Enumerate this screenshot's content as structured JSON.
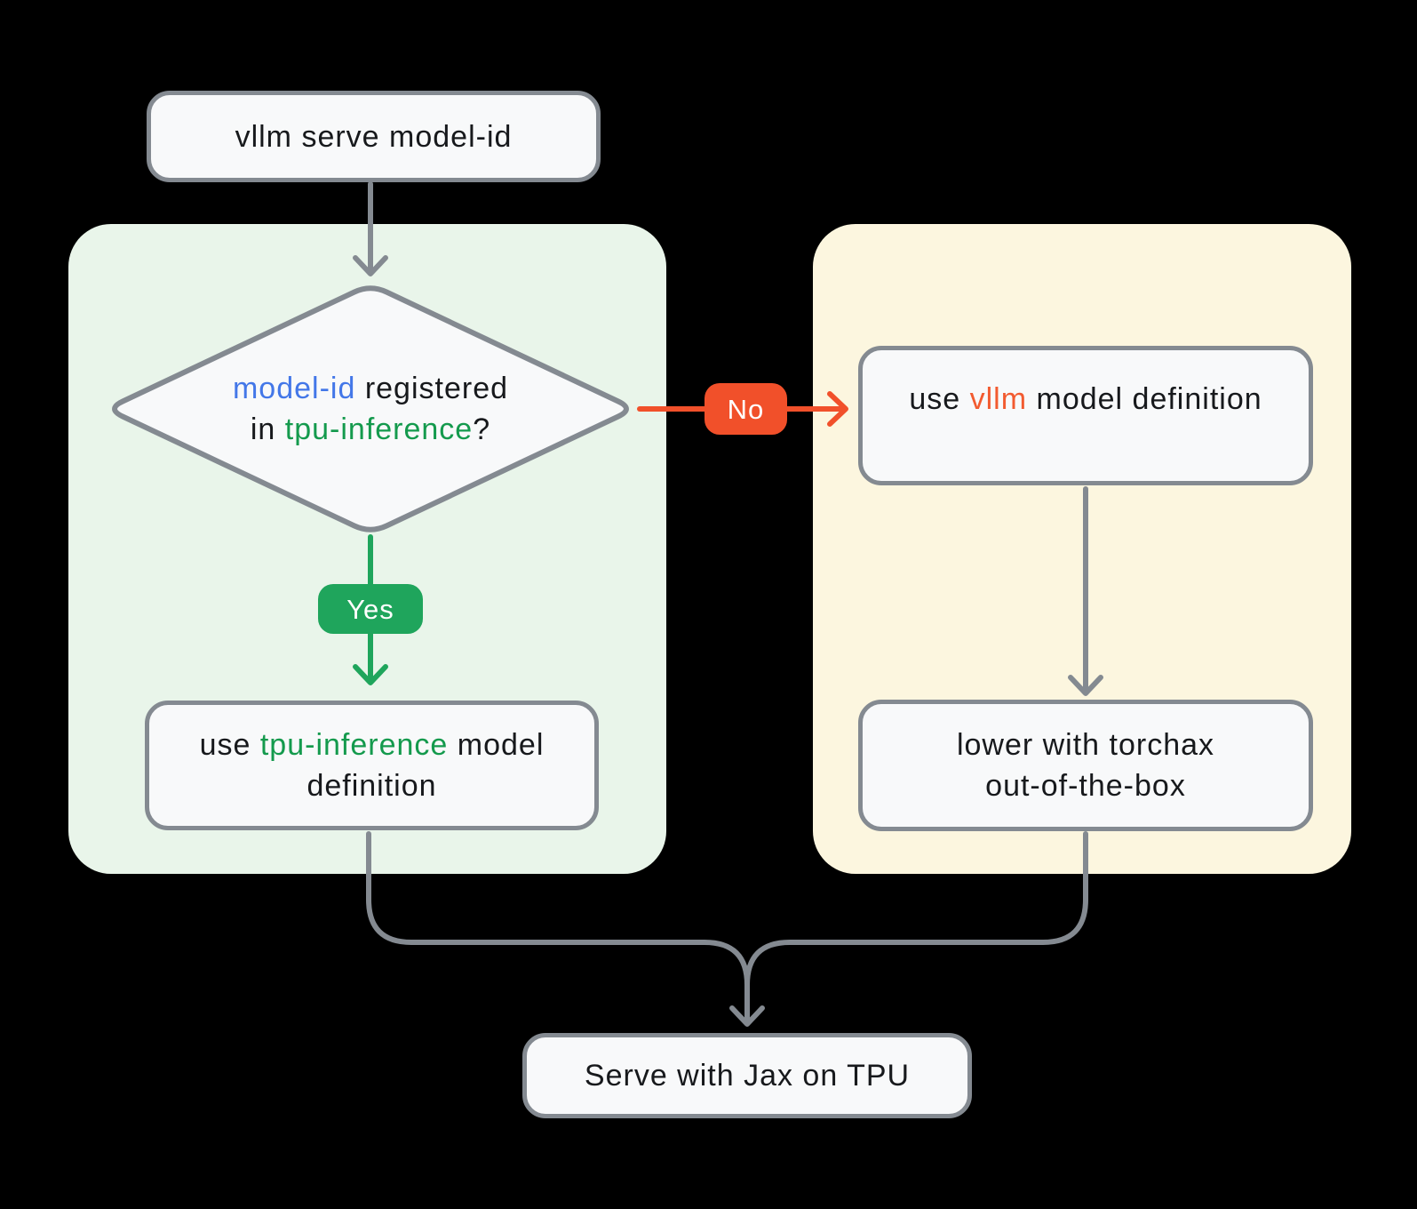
{
  "colors": {
    "background": "#000000",
    "panel_green": "#E9F5EA",
    "panel_yellow": "#FCF6DF",
    "node_fill": "#F8F9FA",
    "node_border": "#848A91",
    "arrow_gray": "#848A91",
    "accent_green": "#1FA55C",
    "accent_green_text": "#149A4D",
    "accent_orange": "#F1502A",
    "accent_orange_text": "#F25B30",
    "accent_blue_text": "#4377E8",
    "text_dark": "#17191C",
    "badge_text": "#FFFFFF"
  },
  "nodes": {
    "start": {
      "label": "vllm serve model-id"
    },
    "decision": {
      "lines": [
        [
          {
            "t": "model-id",
            "c": "accent_blue_text"
          },
          {
            "t": " registered",
            "c": "text_dark"
          }
        ],
        [
          {
            "t": "in ",
            "c": "text_dark"
          },
          {
            "t": "tpu-inference",
            "c": "accent_green_text"
          },
          {
            "t": "?",
            "c": "text_dark"
          }
        ]
      ]
    },
    "use_tpu_inference": {
      "lines": [
        [
          {
            "t": "use ",
            "c": "text_dark"
          },
          {
            "t": "tpu-inference",
            "c": "accent_green_text"
          },
          {
            "t": " model",
            "c": "text_dark"
          }
        ],
        [
          {
            "t": "definition",
            "c": "text_dark"
          }
        ]
      ]
    },
    "use_vllm": {
      "lines": [
        [
          {
            "t": "use ",
            "c": "text_dark"
          },
          {
            "t": "vllm",
            "c": "accent_orange_text"
          },
          {
            "t": " model definition",
            "c": "text_dark"
          }
        ]
      ]
    },
    "lower_torchax": {
      "lines": [
        [
          {
            "t": "lower with torchax",
            "c": "text_dark"
          }
        ],
        [
          {
            "t": "out-of-the-box",
            "c": "text_dark"
          }
        ]
      ]
    },
    "serve": {
      "label": "Serve with Jax on TPU"
    }
  },
  "edges": {
    "yes_label": "Yes",
    "no_label": "No"
  }
}
